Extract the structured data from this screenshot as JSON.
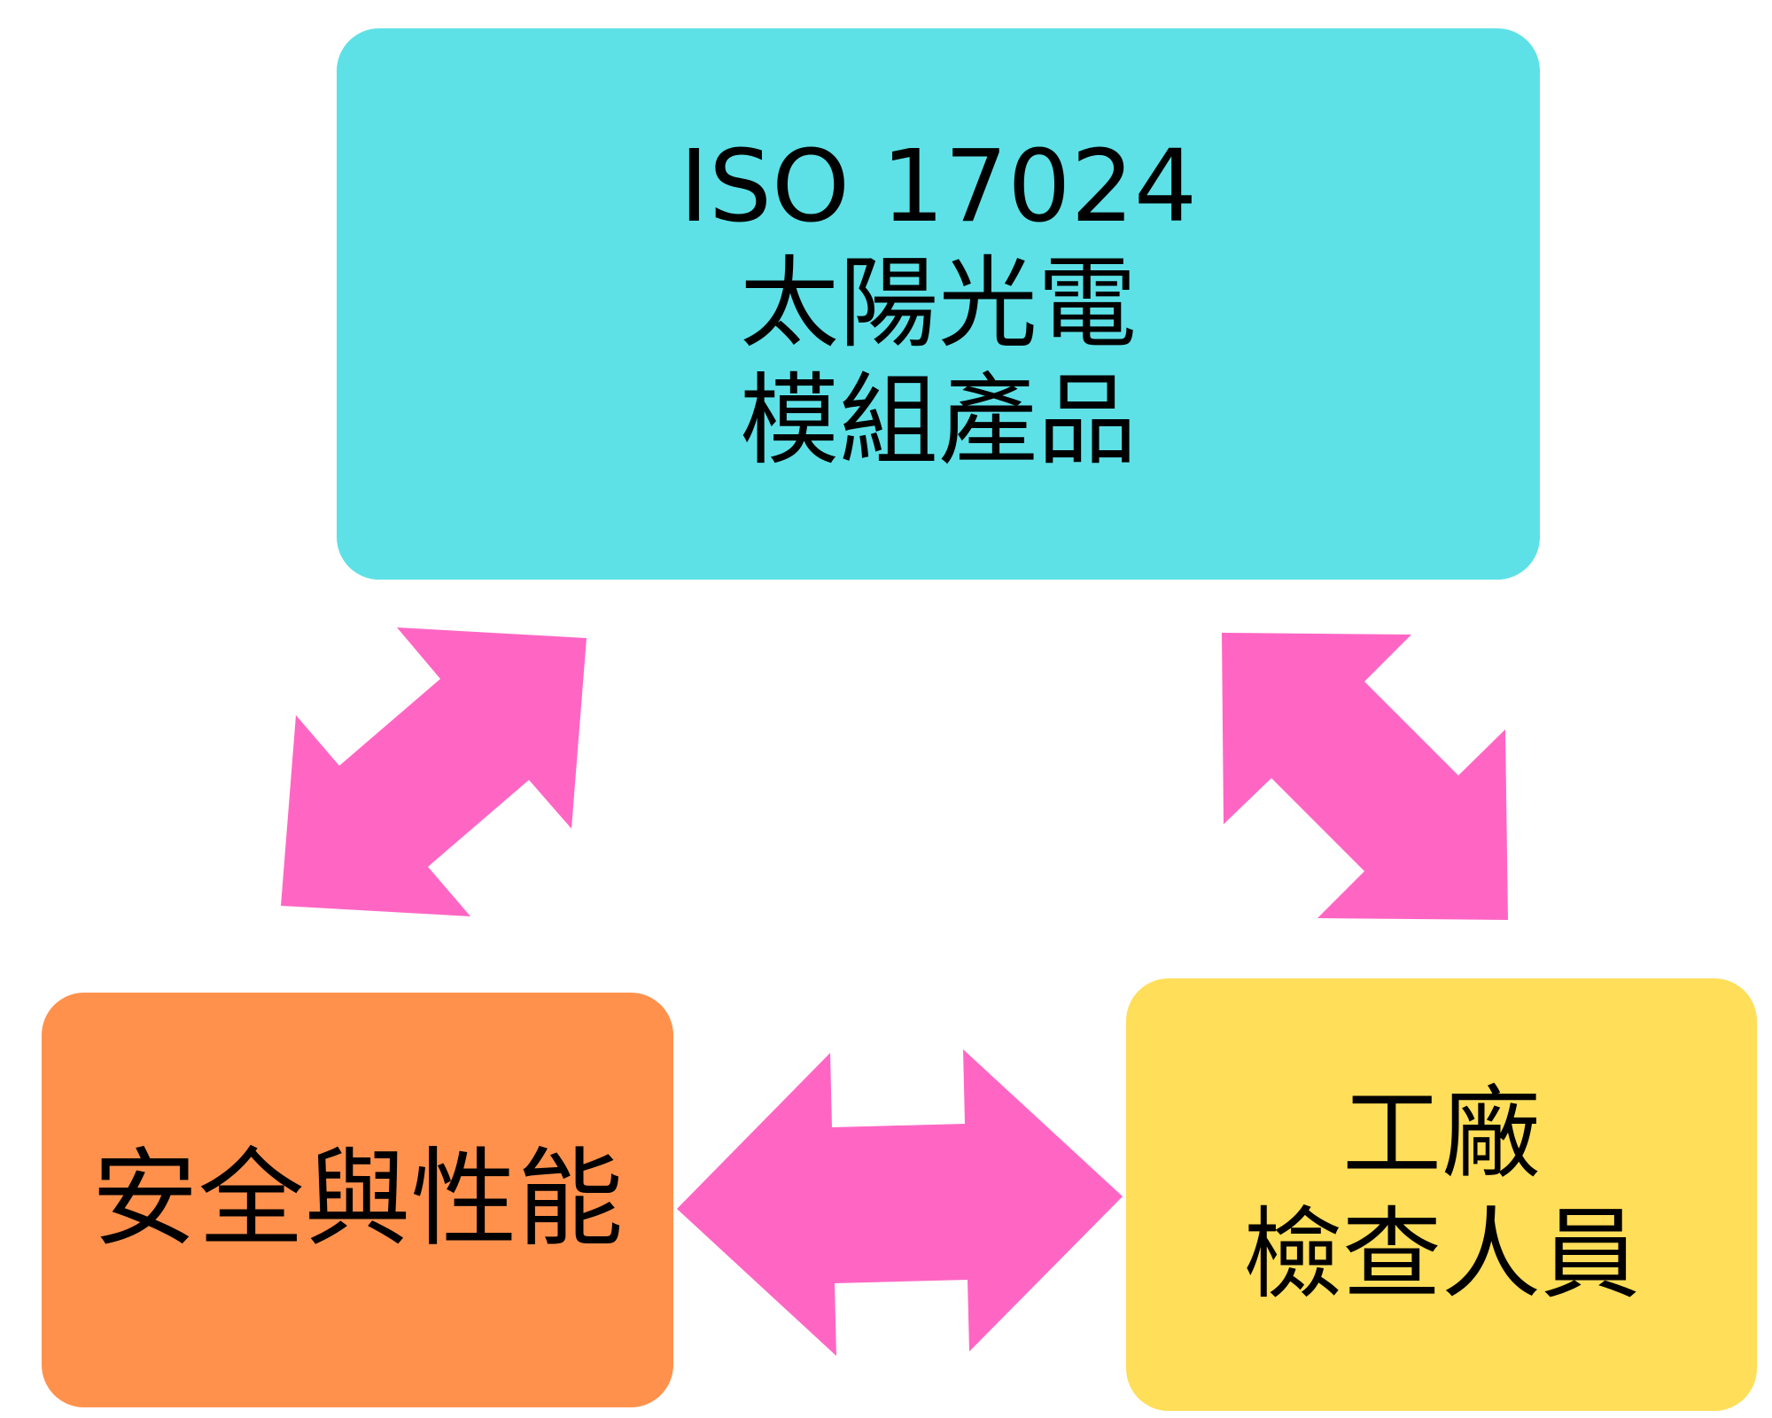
{
  "colors": {
    "top_box": "#5de1e6",
    "left_box": "#ff914d",
    "right_box": "#ffde59",
    "arrow": "#ff66c4"
  },
  "nodes": {
    "top": {
      "lines": [
        "ISO 17024",
        "太陽光電",
        "模組產品"
      ]
    },
    "left": {
      "lines": [
        "安全與性能"
      ]
    },
    "right": {
      "lines": [
        "工廠",
        "檢查人員"
      ]
    }
  },
  "arrows": [
    {
      "name": "arrow-top-left",
      "between": [
        "top",
        "left"
      ],
      "direction": "both"
    },
    {
      "name": "arrow-top-right",
      "between": [
        "top",
        "right"
      ],
      "direction": "both"
    },
    {
      "name": "arrow-left-right",
      "between": [
        "left",
        "right"
      ],
      "direction": "both"
    }
  ]
}
